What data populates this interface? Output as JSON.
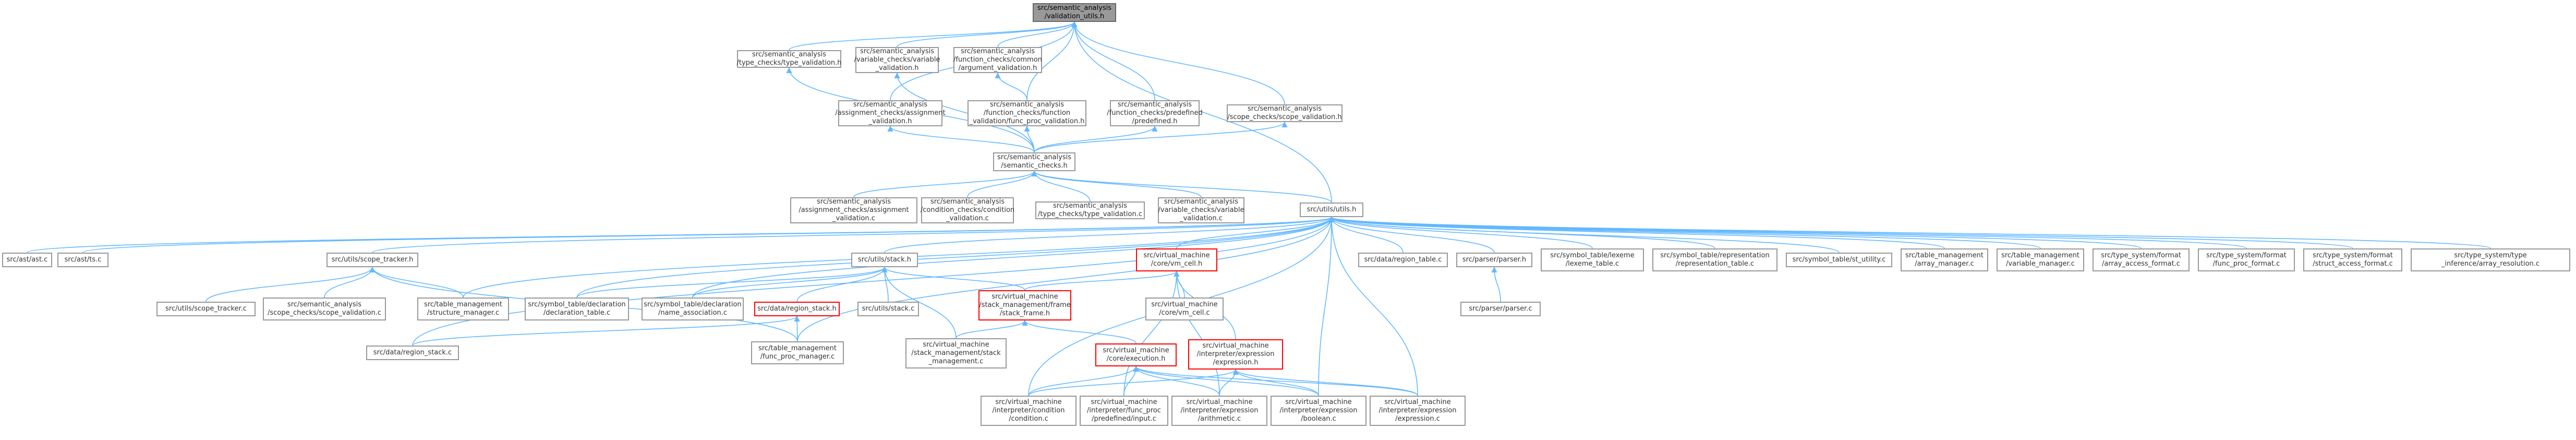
{
  "colors": {
    "edge": "#63b8ff",
    "node_border": "#999999",
    "focus_fill": "#999999",
    "highlight_border": "#ff0000"
  },
  "nodes": {
    "validation_utils_h": "src/semantic_analysis\n/validation_utils.h",
    "type_checks_type_validation_h": "src/semantic_analysis\n/type_checks/type_validation.h",
    "variable_checks_variable_validation_h": "src/semantic_analysis\n/variable_checks/variable\n_validation.h",
    "function_checks_common_argument_validation_h": "src/semantic_analysis\n/function_checks/common\n/argument_validation.h",
    "assignment_checks_assignment_validation_h": "src/semantic_analysis\n/assignment_checks/assignment\n_validation.h",
    "function_checks_function_validation_func_proc_validation_h": "src/semantic_analysis\n/function_checks/function\n_validation/func_proc_validation.h",
    "function_checks_predefined_predefined_h": "src/semantic_analysis\n/function_checks/predefined\n/predefined.h",
    "scope_checks_scope_validation_h": "src/semantic_analysis\n/scope_checks/scope_validation.h",
    "semantic_checks_h": "src/semantic_analysis\n/semantic_checks.h",
    "assignment_checks_assignment_validation_c": "src/semantic_analysis\n/assignment_checks/assignment\n_validation.c",
    "condition_checks_condition_validation_c": "src/semantic_analysis\n/condition_checks/condition\n_validation.c",
    "type_checks_type_validation_c": "src/semantic_analysis\n/type_checks/type_validation.c",
    "variable_checks_variable_validation_c": "src/semantic_analysis\n/variable_checks/variable\n_validation.c",
    "utils_utils_h": "src/utils/utils.h",
    "ast_ast_c": "src/ast/ast.c",
    "ast_ts_c": "src/ast/ts.c",
    "utils_scope_tracker_h": "src/utils/scope_tracker.h",
    "utils_stack_h": "src/utils/stack.h",
    "virtual_machine_core_vm_cell_h": "src/virtual_machine\n/core/vm_cell.h",
    "data_region_table_c": "src/data/region_table.c",
    "parser_parser_h": "src/parser/parser.h",
    "symbol_table_lexeme_table_c": "src/symbol_table/lexeme\n/lexeme_table.c",
    "symbol_table_representation_table_c": "src/symbol_table/representation\n/representation_table.c",
    "symbol_table_st_utility_c": "src/symbol_table/st_utility.c",
    "table_management_array_manager_c": "src/table_management\n/array_manager.c",
    "table_management_variable_manager_c": "src/table_management\n/variable_manager.c",
    "type_system_format_array_access_format_c": "src/type_system/format\n/array_access_format.c",
    "type_system_format_func_proc_format_c": "src/type_system/format\n/func_proc_format.c",
    "type_system_format_struct_access_format_c": "src/type_system/format\n/struct_access_format.c",
    "type_system_type_inference_array_resolution_c": "src/type_system/type\n_inference/array_resolution.c",
    "utils_scope_tracker_c": "src/utils/scope_tracker.c",
    "scope_checks_scope_validation_c": "src/semantic_analysis\n/scope_checks/scope_validation.c",
    "table_management_structure_manager_c": "src/table_management\n/structure_manager.c",
    "symbol_table_declaration_declaration_table_c": "src/symbol_table/declaration\n/declaration_table.c",
    "symbol_table_declaration_name_association_c": "src/symbol_table/declaration\n/name_association.c",
    "data_region_stack_h": "src/data/region_stack.h",
    "utils_stack_c": "src/utils/stack.c",
    "virtual_machine_stack_management_frame_stack_frame_h": "src/virtual_machine\n/stack_management/frame\n/stack_frame.h",
    "virtual_machine_core_vm_cell_c": "src/virtual_machine\n/core/vm_cell.c",
    "parser_parser_c": "src/parser/parser.c",
    "data_region_stack_c": "src/data/region_stack.c",
    "table_management_func_proc_manager_c": "src/table_management\n/func_proc_manager.c",
    "virtual_machine_stack_management_stack_management_c": "src/virtual_machine\n/stack_management/stack\n_management.c",
    "virtual_machine_core_execution_h": "src/virtual_machine\n/core/execution.h",
    "virtual_machine_interpreter_expression_expression_h": "src/virtual_machine\n/interpreter/expression\n/expression.h",
    "virtual_machine_interpreter_condition_condition_c": "src/virtual_machine\n/interpreter/condition\n/condition.c",
    "virtual_machine_interpreter_func_proc_predefined_input_c": "src/virtual_machine\n/interpreter/func_proc\n/predefined/input.c",
    "virtual_machine_interpreter_expression_arithmetic_c": "src/virtual_machine\n/interpreter/expression\n/arithmetic.c",
    "virtual_machine_interpreter_expression_boolean_c": "src/virtual_machine\n/interpreter/expression\n/boolean.c",
    "virtual_machine_interpreter_expression_expression_c": "src/virtual_machine\n/interpreter/expression\n/expression.c"
  }
}
